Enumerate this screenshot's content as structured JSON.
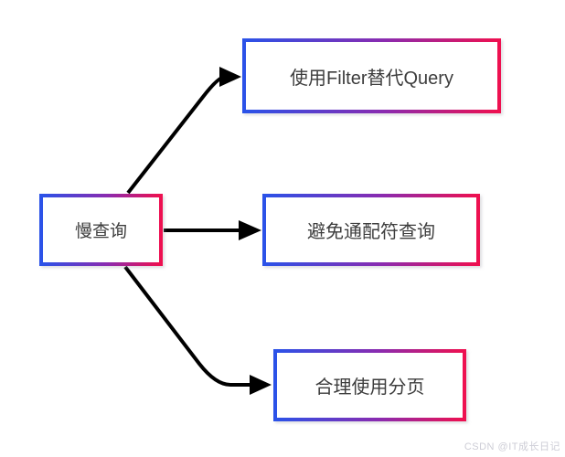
{
  "diagram": {
    "root": {
      "label": "慢查询"
    },
    "children": [
      {
        "label": "使用Filter替代Query"
      },
      {
        "label": "避免通配符查询"
      },
      {
        "label": "合理使用分页"
      }
    ]
  },
  "watermark": "CSDN @IT成长日记",
  "colors": {
    "border_gradient_start": "#2b52e8",
    "border_gradient_mid": "#8a2bb0",
    "border_gradient_end": "#ee1050",
    "arrow": "#000000",
    "text": "#3d3d3d",
    "watermark_text": "#cdcdd6",
    "background": "#ffffff"
  }
}
